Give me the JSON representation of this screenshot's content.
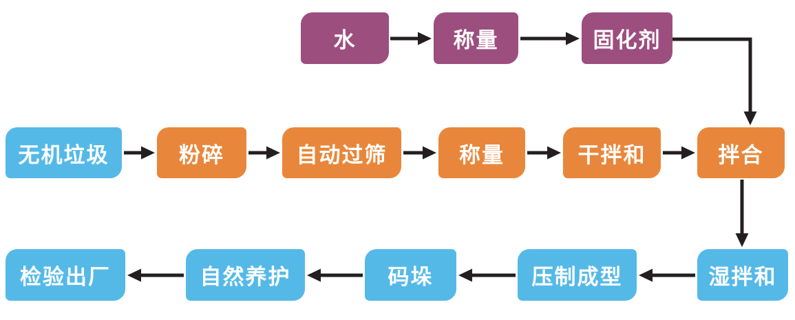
{
  "diagram": {
    "description": "Inorganic waste brick production process flowchart",
    "colors": {
      "purple": "#9C4E7E",
      "orange": "#E8873B",
      "blue": "#55B9E8",
      "arrow": "#231F20",
      "text": "#FFFFFF",
      "background": "#FFFFFF"
    },
    "rows": [
      {
        "name": "top",
        "nodes": [
          {
            "id": "water",
            "label": "水",
            "color": "purple"
          },
          {
            "id": "weigh-top",
            "label": "称量",
            "color": "purple"
          },
          {
            "id": "curing-agent",
            "label": "固化剂",
            "color": "purple"
          }
        ]
      },
      {
        "name": "middle",
        "nodes": [
          {
            "id": "inorganic-waste",
            "label": "无机垃圾",
            "color": "blue"
          },
          {
            "id": "crush",
            "label": "粉碎",
            "color": "orange"
          },
          {
            "id": "auto-sieve",
            "label": "自动过筛",
            "color": "orange"
          },
          {
            "id": "weigh-mid",
            "label": "称量",
            "color": "orange"
          },
          {
            "id": "dry-mix",
            "label": "干拌和",
            "color": "orange"
          },
          {
            "id": "blend",
            "label": "拌合",
            "color": "orange"
          }
        ]
      },
      {
        "name": "bottom",
        "nodes": [
          {
            "id": "inspect-ship",
            "label": "检验出厂",
            "color": "blue"
          },
          {
            "id": "natural-curing",
            "label": "自然养护",
            "color": "blue"
          },
          {
            "id": "stack",
            "label": "码垛",
            "color": "blue"
          },
          {
            "id": "press-form",
            "label": "压制成型",
            "color": "blue"
          },
          {
            "id": "wet-mix",
            "label": "湿拌和",
            "color": "blue"
          }
        ]
      }
    ],
    "edges": [
      {
        "from": "water",
        "to": "weigh-top"
      },
      {
        "from": "weigh-top",
        "to": "curing-agent"
      },
      {
        "from": "curing-agent",
        "to": "blend"
      },
      {
        "from": "inorganic-waste",
        "to": "crush"
      },
      {
        "from": "crush",
        "to": "auto-sieve"
      },
      {
        "from": "auto-sieve",
        "to": "weigh-mid"
      },
      {
        "from": "weigh-mid",
        "to": "dry-mix"
      },
      {
        "from": "dry-mix",
        "to": "blend"
      },
      {
        "from": "blend",
        "to": "wet-mix"
      },
      {
        "from": "wet-mix",
        "to": "press-form"
      },
      {
        "from": "press-form",
        "to": "stack"
      },
      {
        "from": "stack",
        "to": "natural-curing"
      },
      {
        "from": "natural-curing",
        "to": "inspect-ship"
      }
    ]
  }
}
